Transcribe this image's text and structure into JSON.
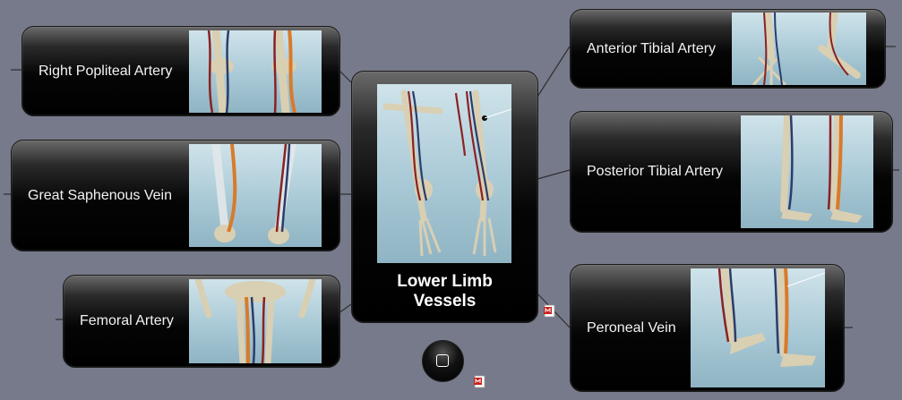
{
  "map": {
    "central_topic": "Lower Limb Vessels",
    "left_topics": [
      {
        "label": "Right Popliteal Artery"
      },
      {
        "label": "Great Saphenous Vein"
      },
      {
        "label": "Femoral Artery"
      }
    ],
    "right_topics": [
      {
        "label": "Anterior Tibial Artery"
      },
      {
        "label": "Posterior Tibial Artery"
      },
      {
        "label": "Peroneal Vein"
      }
    ]
  },
  "icons": {
    "mode_button": "square-icon",
    "attachment": "file-icon"
  },
  "colors": {
    "background": "#767a8a",
    "node_dark": "#000000",
    "node_text": "#f2f2f2",
    "connector": "#2f2f2f",
    "artery": "#8a2222",
    "vein": "#2b3d6b",
    "saphenous": "#d97a2a"
  }
}
